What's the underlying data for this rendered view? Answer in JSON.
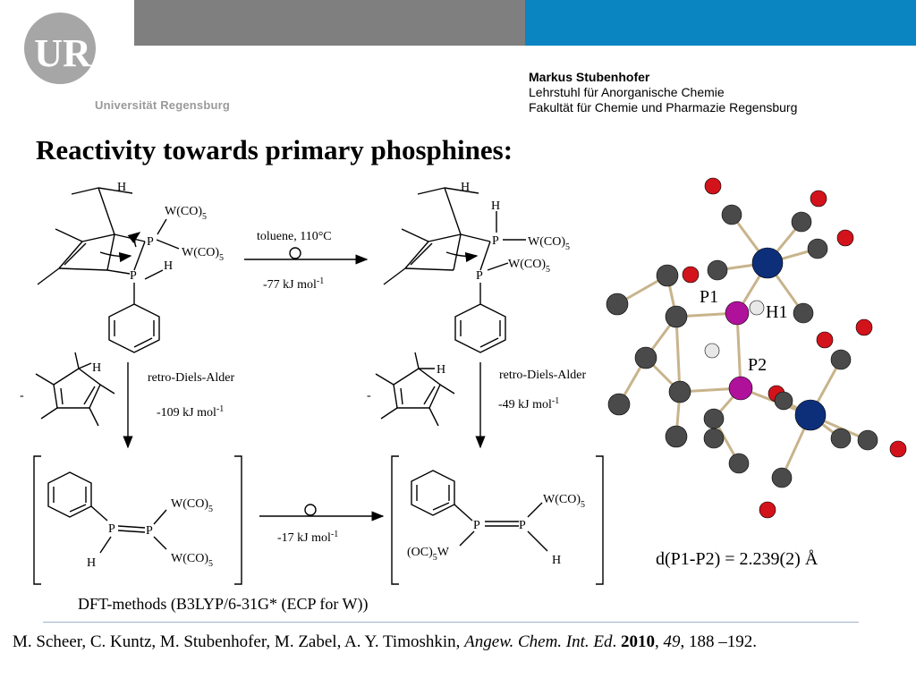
{
  "header": {
    "university": "Universität Regensburg",
    "logo_letters": "UR",
    "author_name": "Markus Stubenhofer",
    "chair": "Lehrstuhl für Anorganische Chemie",
    "faculty": "Fakultät für Chemie und Pharmazie Regensburg",
    "colors": {
      "gray_bar": "#7f7f7f",
      "blue_bar": "#0b84c2"
    }
  },
  "title": "Reactivity towards primary phosphines:",
  "scheme": {
    "top_conditions": "toluene, 110°C",
    "top_energy": "-77 kJ mol",
    "top_energy_exp": "-1",
    "left_rda": "retro-Diels-Alder",
    "left_energy": "-109 kJ mol",
    "left_energy_exp": "-1",
    "right_rda": "retro-Diels-Alder",
    "right_energy": "-49 kJ mol",
    "right_energy_exp": "-1",
    "bottom_energy": "-17 kJ mol",
    "bottom_energy_exp": "-1",
    "wco5": "W(CO)",
    "oc5w": "(OC)",
    "five": "5",
    "w": "W",
    "p": "P",
    "h": "H",
    "minus": "-",
    "dft_note": "DFT-methods (B3LYP/6-31G* (ECP for W))"
  },
  "structure": {
    "labels": [
      "P1",
      "H1",
      "P2"
    ],
    "distance": "d(P1-P2) = 2.239(2) Å",
    "atom_colors": {
      "P": "#b0119b",
      "W": "#0d2f7a",
      "O": "#d3131b",
      "C": "#4a4a4a",
      "H": "#e8e8e8"
    }
  },
  "citation": {
    "authors": "M. Scheer, C. Kuntz, M. Stubenhofer, M. Zabel, A. Y. Timoshkin, ",
    "journal": "Angew. Chem. Int. Ed",
    "sep1": ". ",
    "year": "2010",
    "sep2": ", ",
    "volume": "49",
    "pages": ", 188 –192."
  }
}
